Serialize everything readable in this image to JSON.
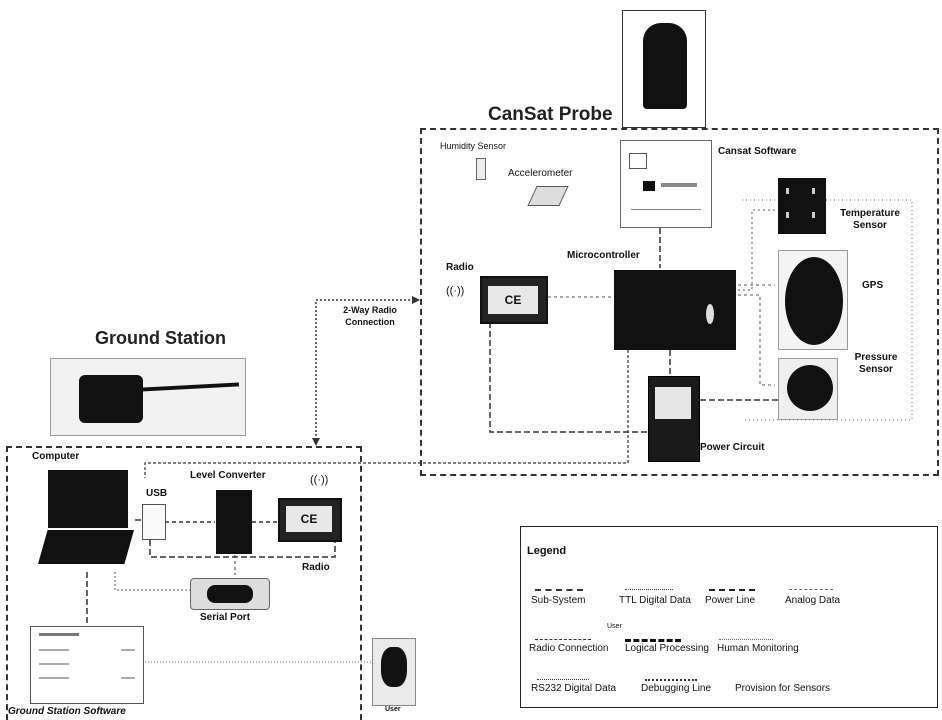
{
  "titles": {
    "cansat": "CanSat Probe",
    "ground": "Ground Station"
  },
  "labels": {
    "humidity": "Humidity Sensor",
    "accelerometer": "Accelerometer",
    "cansat_software": "Cansat Software",
    "temperature": "Temperature Sensor",
    "microcontroller": "Microcontroller",
    "radio_probe": "Radio",
    "gps": "GPS",
    "pressure": "Pressure Sensor",
    "power_circuit": "Power Circuit",
    "radio_link": "2-Way Radio Connection",
    "computer": "Computer",
    "usb": "USB",
    "level_converter": "Level Converter",
    "radio_ground": "Radio",
    "serial_port": "Serial Port",
    "gs_software": "Ground Station Software",
    "user": "User"
  },
  "legend": {
    "title": "Legend",
    "items": [
      "Sub-System",
      "TTL Digital Data",
      "Power Line",
      "Analog Data",
      "Radio Connection",
      "Logical Processing",
      "Human Monitoring",
      "RS232 Digital Data",
      "Debugging Line",
      "Provision for Sensors"
    ],
    "user_mark": "User"
  },
  "colors": {
    "line": "#333333",
    "box_border": "#333333"
  },
  "icons": [
    "antenna-icon",
    "ce-mark-icon"
  ]
}
